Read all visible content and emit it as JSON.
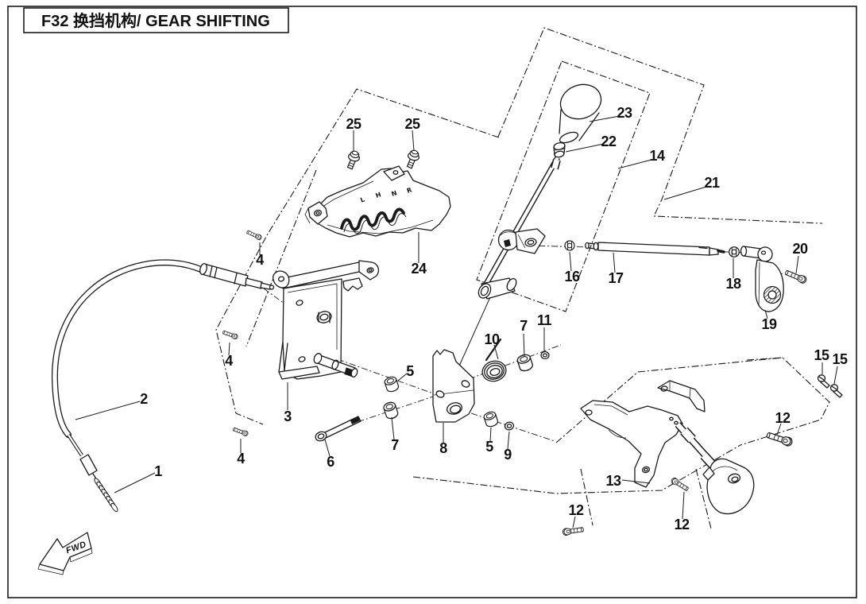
{
  "title": "F32 换挡机构/ GEAR SHIFTING",
  "fwd_label": "FWD",
  "gate_letters": [
    "L",
    "H",
    "N",
    "R"
  ],
  "colors": {
    "line": "#1a1a1a",
    "background": "#ffffff"
  },
  "callouts": {
    "c1": "1",
    "c2": "2",
    "c3": "3",
    "c4a": "4",
    "c4b": "4",
    "c4c": "4",
    "c5a": "5",
    "c5b": "5",
    "c6": "6",
    "c7a": "7",
    "c7b": "7",
    "c8": "8",
    "c9": "9",
    "c10": "10",
    "c11": "11",
    "c12a": "12",
    "c12b": "12",
    "c12c": "12",
    "c13": "13",
    "c14": "14",
    "c15a": "15",
    "c15b": "15",
    "c16": "16",
    "c17": "17",
    "c18": "18",
    "c19": "19",
    "c20": "20",
    "c21": "21",
    "c22": "22",
    "c23": "23",
    "c24": "24",
    "c25a": "25",
    "c25b": "25"
  }
}
